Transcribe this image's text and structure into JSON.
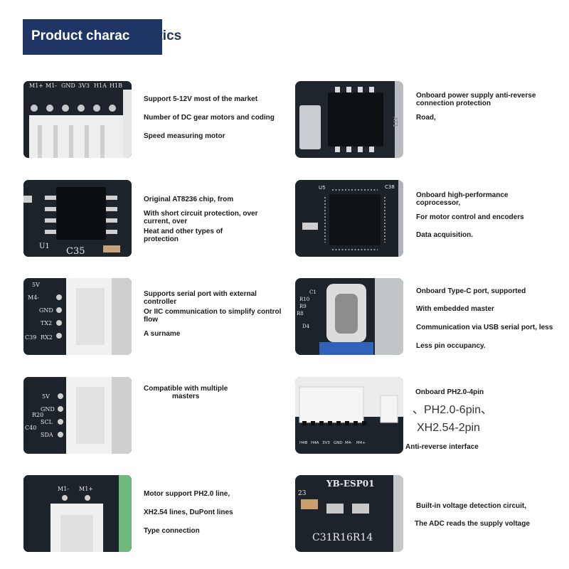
{
  "header": {
    "title_part1": "Product charac",
    "title_part2": "teristics"
  },
  "cards": [
    {
      "pins": [
        "M1+",
        "M1-",
        "GND",
        "3V3",
        "H1A",
        "H1B"
      ],
      "lines": [
        "Support 5-12V most of the market",
        "Number of DC gear motors and coding",
        "Speed measuring motor"
      ]
    },
    {
      "labels": [
        "AT1"
      ],
      "lines": [
        "Onboard power supply anti-reverse connection protection",
        "Road,"
      ]
    },
    {
      "labels": [
        "U1",
        "C35"
      ],
      "lines": [
        "Original AT8236 chip, from",
        "With short circuit protection, over current, over",
        "Heat and other types of protection"
      ]
    },
    {
      "labels": [
        "U5",
        "C38"
      ],
      "lines": [
        "Onboard high-performance coprocessor,",
        "For motor control and encoders",
        "Data acquisition."
      ]
    },
    {
      "pins": [
        "5V",
        "M4-",
        "GND",
        "TX2",
        "RX2",
        "C39"
      ],
      "lines": [
        "Supports serial port with external controller",
        "Or IIC communication to simplify control flow",
        "A surname"
      ]
    },
    {
      "labels": [
        "R10",
        "R9",
        "C1",
        "R8",
        "D4"
      ],
      "lines": [
        "Onboard Type-C port, supported",
        "With embedded master",
        "Communication via USB serial port, less",
        "Less pin occupancy."
      ]
    },
    {
      "pins": [
        "5V",
        "GND",
        "SCL",
        "SDA",
        "R20",
        "C40"
      ],
      "lines": [
        "Compatible with multiple",
        "masters"
      ]
    },
    {
      "pins": [
        "H4B",
        "H4A",
        "3V3",
        "GND",
        "M4-",
        "M4+"
      ],
      "lines": [
        "Onboard PH2.0-4pin",
        "、PH2.0-6pin、",
        "XH2.54-2pin",
        "Anti-reverse interface"
      ]
    },
    {
      "pins": [
        "M1-",
        "M1+"
      ],
      "lines": [
        "Motor support PH2.0 line,",
        "XH2.54 lines, DuPont lines",
        "Type connection"
      ]
    },
    {
      "labels": [
        "YB-ESP01",
        "23",
        "C31R16R14"
      ],
      "lines": [
        "Built-in voltage detection circuit,",
        "The ADC reads the supply voltage"
      ]
    }
  ],
  "colors": {
    "header_bg": "#1f3566",
    "header_text": "#ffffff",
    "pcb": "#1b2127",
    "connector": "#eeeeee"
  }
}
